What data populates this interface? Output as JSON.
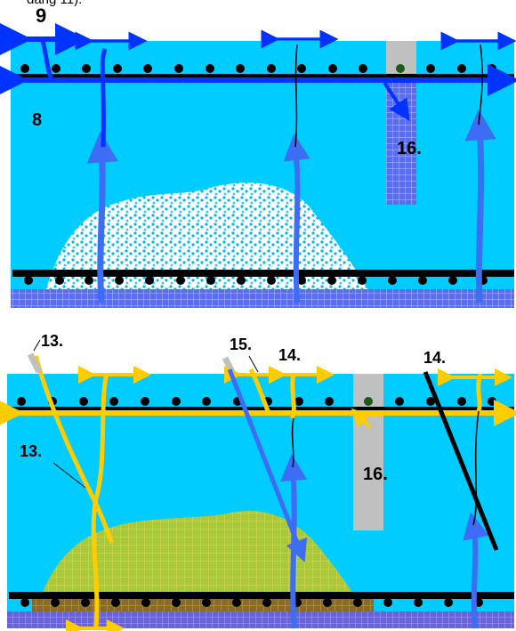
{
  "caption_fragment": "dang 11).",
  "colors": {
    "water": "#00ccff",
    "rail": "#000000",
    "blue_root": "#0033ff",
    "blue_arrow": "#3366ff",
    "yellow": "#ffcc00",
    "grey": "#c0c0c0",
    "grid_blue": "#6666ff",
    "mound_green": "#99cc33"
  },
  "top_panel": {
    "labels": {
      "nine": "9",
      "eight": "8",
      "sixteen": "16."
    }
  },
  "bottom_panel": {
    "labels": {
      "thirteen_top": "13.",
      "thirteen_mid": "13.",
      "fifteen": "15.",
      "fourteen_mid": "14.",
      "fourteen_right": "14.",
      "sixteen": "16."
    }
  }
}
